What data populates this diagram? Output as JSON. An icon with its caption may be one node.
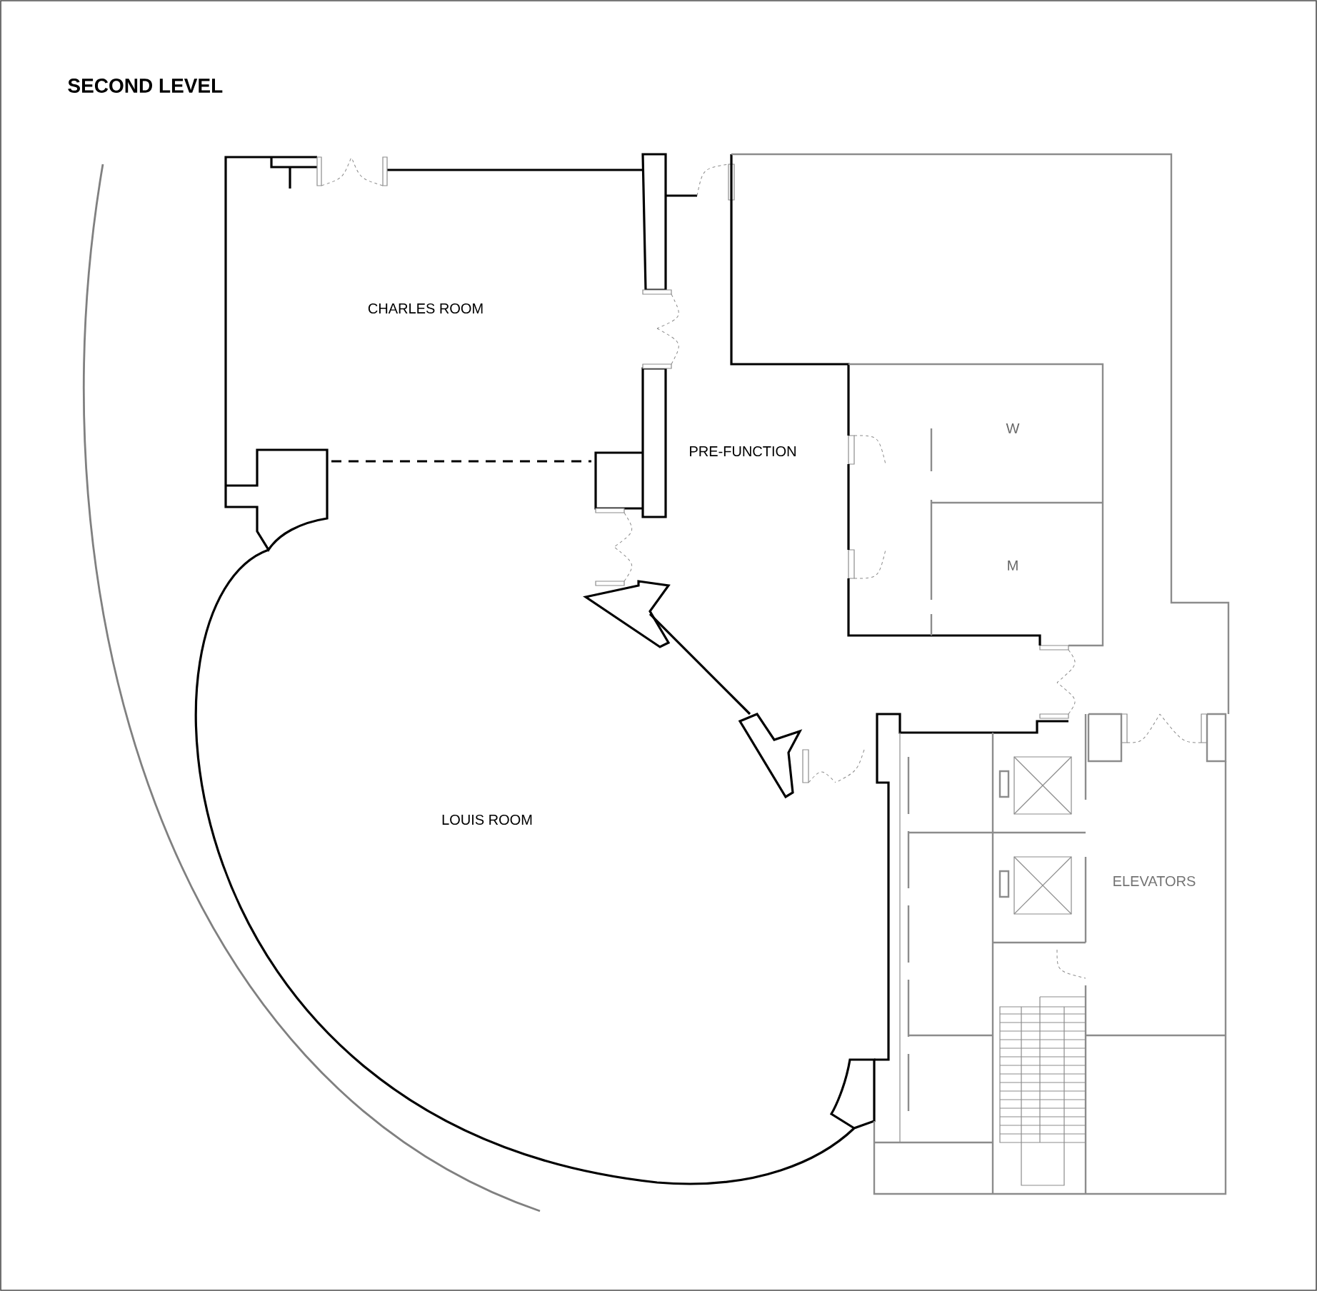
{
  "diagram": {
    "title": "SECOND LEVEL",
    "labels": [
      "CHARLES ROOM",
      "PRE-FUNCTION",
      "W",
      "M",
      "LOUIS ROOM",
      "ELEVATORS"
    ]
  }
}
